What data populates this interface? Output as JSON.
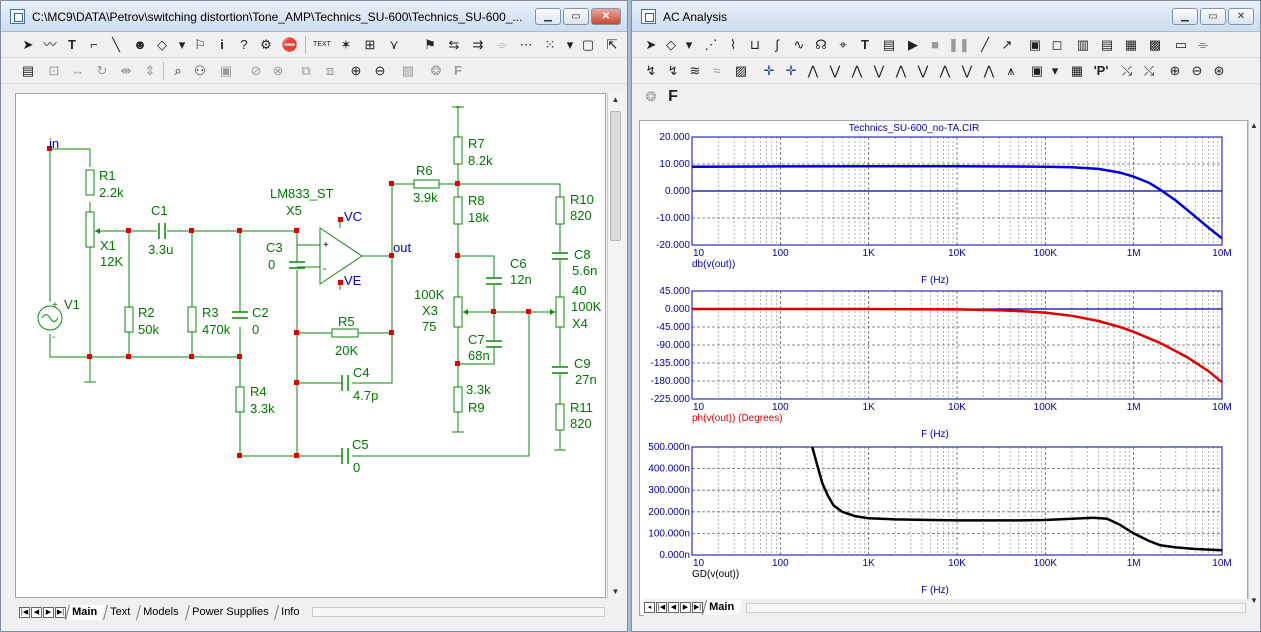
{
  "schematic_window": {
    "title": "C:\\MC9\\DATA\\Petrov\\switching distortion\\Tone_AMP\\Technics_SU-600\\Technics_SU-600_...",
    "tabs": [
      "Main",
      "Text",
      "Models",
      "Power Supplies",
      "Info"
    ],
    "active_tab": "Main",
    "components": {
      "node_in": "in",
      "r1": {
        "name": "R1",
        "value": "2.2k"
      },
      "x1": {
        "name": "X1",
        "value": "12K"
      },
      "c1": {
        "name": "C1",
        "value": "3.3u"
      },
      "v1": {
        "name": "V1"
      },
      "r2": {
        "name": "R2",
        "value": "50k"
      },
      "r3": {
        "name": "R3",
        "value": "470k"
      },
      "c2": {
        "name": "C2",
        "value": "0"
      },
      "r4": {
        "name": "R4",
        "value": "3.3k"
      },
      "opamp": {
        "model": "LM833_ST",
        "name": "X5",
        "vc": "VC",
        "ve": "VE",
        "out": "out"
      },
      "c3": {
        "name": "C3",
        "value": "0"
      },
      "r5": {
        "name": "R5",
        "value": "20K"
      },
      "c4": {
        "name": "C4",
        "value": "4.7p"
      },
      "c5": {
        "name": "C5",
        "value": "0"
      },
      "r6": {
        "name": "R6",
        "value": "3.9k"
      },
      "r7": {
        "name": "R7",
        "value": "8.2k"
      },
      "r8": {
        "name": "R8",
        "value": "18k"
      },
      "c6": {
        "name": "C6",
        "value": "12n"
      },
      "x3": {
        "value": "100K",
        "name": "X3",
        "pos": "75"
      },
      "c7": {
        "name": "C7",
        "value": "68n"
      },
      "r9": {
        "value": "3.3k",
        "name": "R9"
      },
      "r10": {
        "name": "R10",
        "value": "820"
      },
      "c8": {
        "name": "C8",
        "value": "5.6n"
      },
      "x4": {
        "pos": "40",
        "value": "100K",
        "name": "X4"
      },
      "c9": {
        "name": "C9",
        "value": "27n"
      },
      "r11": {
        "name": "R11",
        "value": "820"
      }
    }
  },
  "ac_window": {
    "title": "AC Analysis",
    "f_label": "F",
    "tabs": [
      "Main"
    ],
    "active_tab": "Main",
    "plot_title": "Technics_SU-600_no-TA.CIR",
    "x_ticks": [
      "10",
      "100",
      "1K",
      "10K",
      "100K",
      "1M",
      "10M"
    ],
    "x_label": "F (Hz)",
    "colors": {
      "db": "#0000dd",
      "phase": "#dd0000",
      "gd": "#000000",
      "axis": "#0000aa",
      "grid": "#888888"
    }
  },
  "chart_data": [
    {
      "type": "line",
      "ylabel": "db(v(out))",
      "xlabel": "F (Hz)",
      "x_scale": "log",
      "xlim": [
        10,
        10000000
      ],
      "ylim": [
        -20,
        20
      ],
      "y_ticks": [
        "20.000",
        "10.000",
        "0.000",
        "-10.000",
        "-20.000"
      ],
      "grid": true,
      "series": [
        {
          "x": [
            10,
            100,
            1000,
            10000,
            100000,
            200000,
            400000,
            700000,
            1000000,
            1500000,
            2000000,
            3000000,
            5000000,
            7000000,
            10000000
          ],
          "y": [
            9.0,
            9.1,
            9.2,
            9.2,
            9.0,
            8.8,
            8.2,
            6.8,
            5.3,
            3.0,
            0.5,
            -3.5,
            -9.5,
            -13.5,
            -17.5
          ]
        }
      ]
    },
    {
      "type": "line",
      "ylabel": "ph(v(out)) (Degrees)",
      "xlabel": "F (Hz)",
      "x_scale": "log",
      "xlim": [
        10,
        10000000
      ],
      "ylim": [
        -225,
        45
      ],
      "y_ticks": [
        "45.000",
        "0.000",
        "-45.000",
        "-90.000",
        "-135.000",
        "-180.000",
        "-225.000"
      ],
      "grid": true,
      "series": [
        {
          "x": [
            10,
            100,
            1000,
            10000,
            30000,
            60000,
            100000,
            200000,
            400000,
            700000,
            1000000,
            2000000,
            4000000,
            7000000,
            10000000
          ],
          "y": [
            0,
            0,
            0,
            -1,
            -3,
            -6,
            -9,
            -17,
            -30,
            -45,
            -57,
            -85,
            -120,
            -155,
            -183
          ]
        }
      ]
    },
    {
      "type": "line",
      "ylabel": "GD(v(out))",
      "xlabel": "F (Hz)",
      "x_scale": "log",
      "xlim": [
        10,
        10000000
      ],
      "ylim": [
        0,
        500
      ],
      "y_ticks": [
        "500.000n",
        "400.000n",
        "300.000n",
        "200.000n",
        "100.000n",
        "0.000n"
      ],
      "grid": true,
      "series": [
        {
          "x": [
            230,
            260,
            300,
            350,
            400,
            500,
            700,
            1000,
            2000,
            5000,
            10000,
            50000,
            100000,
            200000,
            350000,
            500000,
            700000,
            1000000,
            1500000,
            2000000,
            3000000,
            5000000,
            10000000
          ],
          "y": [
            500,
            420,
            330,
            270,
            230,
            200,
            180,
            170,
            165,
            162,
            160,
            160,
            162,
            168,
            172,
            168,
            140,
            100,
            65,
            45,
            35,
            28,
            22
          ]
        }
      ]
    }
  ]
}
